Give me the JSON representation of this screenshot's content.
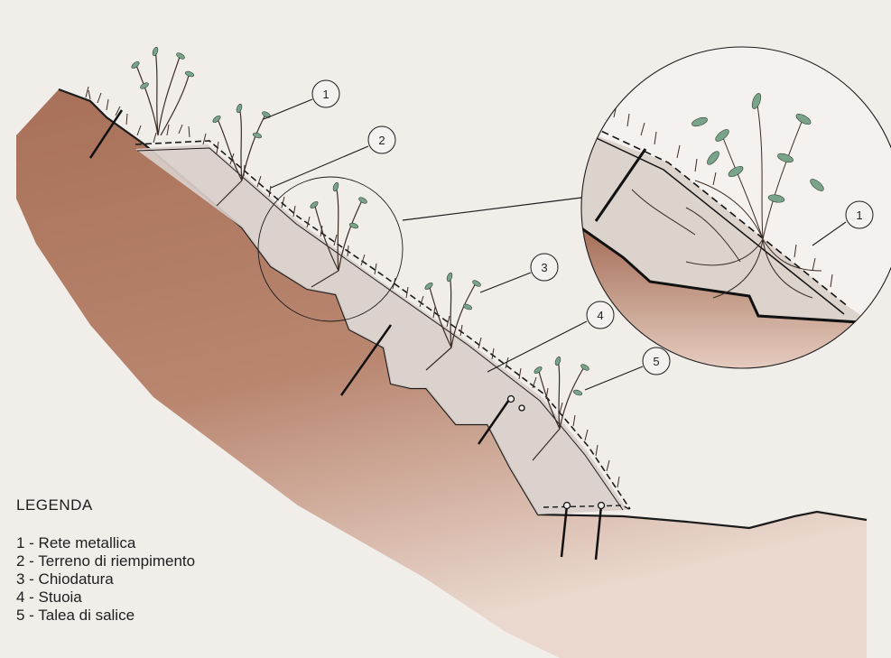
{
  "legend": {
    "title": "LEGENDA",
    "items": [
      {
        "number": "1",
        "label": "1 - Rete metallica"
      },
      {
        "number": "2",
        "label": "2 - Terreno di riempimento"
      },
      {
        "number": "3",
        "label": "3 - Chiodatura"
      },
      {
        "number": "4",
        "label": "4 - Stuoia"
      },
      {
        "number": "5",
        "label": "5 - Talea di salice"
      }
    ]
  },
  "callouts": [
    "1",
    "2",
    "3",
    "4",
    "5"
  ],
  "detail_callout": "1",
  "colors": {
    "background": "#f1eeea",
    "soil": "#a9755e",
    "soil_light": "#e6cfc3",
    "fill_soil": "#d7cdc8",
    "outline": "#1b1b1b",
    "leaf": "#6f9a7e",
    "stem": "#3d2d25"
  }
}
